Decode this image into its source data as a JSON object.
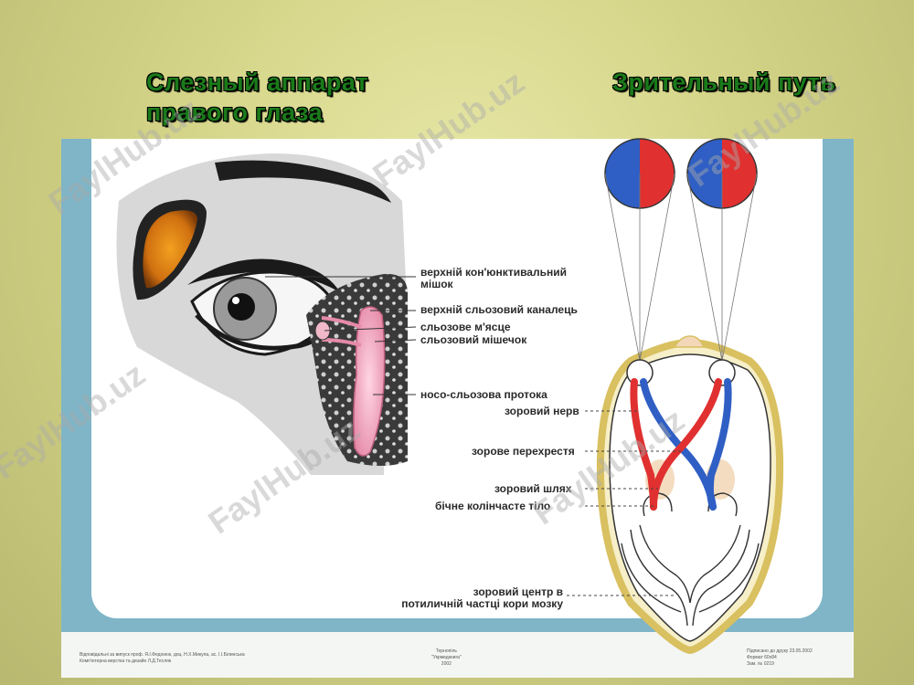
{
  "titles": {
    "left_line1": "Слезный аппарат",
    "left_line2": "правого глаза",
    "right": "Зрительный путь"
  },
  "left_labels": {
    "upper_sac_1": "верхній кон'юнктивальний",
    "upper_sac_2": "мішок",
    "upper_canal": "верхній сльозовий каналець",
    "caruncle": "сльозове м'ясце",
    "lacrimal_sac": "сльозовий мішечок",
    "duct": "носо-сльозова протока"
  },
  "right_labels": {
    "nerve": "зоровий нерв",
    "chiasm": "зорове перехрестя",
    "tract": "зоровий шлях",
    "lgn": "бічне колінчасте тіло",
    "cortex_1": "зоровий центр в",
    "cortex_2": "потиличній частці кори мозку"
  },
  "footer": {
    "left_1": "Відповідальні за випуск проф. Я.І.Федонюк, доц. Н.Х.Микула, ас. І.І.Білинська",
    "left_2": "Комп'ютерна верстка та дизайн Л.Д.Тесляк",
    "center_1": "Тернопіль",
    "center_2": "\"Укрмедкнига\"",
    "center_3": "2002",
    "right_1": "Підписано до друку 23.05.2002",
    "right_2": "Формат 60х84",
    "right_3": "Зам. № 0219"
  },
  "watermark": "FaylHub.uz",
  "colors": {
    "title_green": "#1a7a1a",
    "poster_blue": "#7fb5c7",
    "red": "#e03030",
    "blue": "#2f5fc4"
  }
}
